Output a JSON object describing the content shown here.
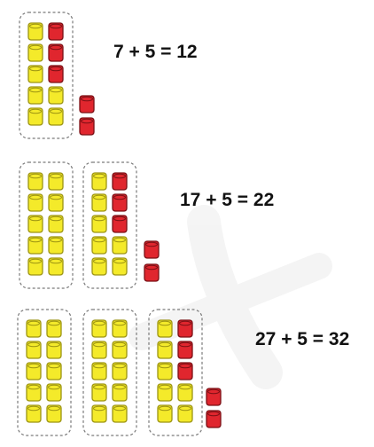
{
  "colors": {
    "yellow_fill": "#f4ea2a",
    "yellow_stroke": "#9c9412",
    "red_fill": "#e0262e",
    "red_stroke": "#7a1015",
    "frame_stroke": "#7a7a7a"
  },
  "problems": [
    {
      "equation": "7 + 5 = 12",
      "groups": [
        {
          "yellow": 7,
          "red": 3
        }
      ],
      "loose_red": 2
    },
    {
      "equation": "17 + 5 = 22",
      "groups": [
        {
          "yellow": 10,
          "red": 0
        },
        {
          "yellow": 7,
          "red": 3
        }
      ],
      "loose_red": 2
    },
    {
      "equation": "27 + 5 = 32",
      "groups": [
        {
          "yellow": 10,
          "red": 0
        },
        {
          "yellow": 10,
          "red": 0
        },
        {
          "yellow": 7,
          "red": 3
        }
      ],
      "loose_red": 2
    }
  ]
}
